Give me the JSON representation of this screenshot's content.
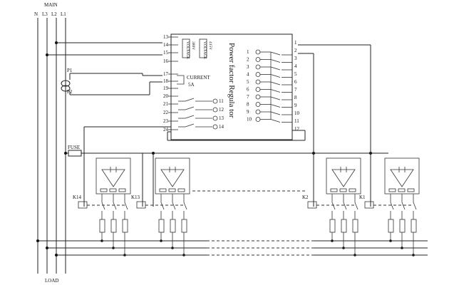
{
  "labels": {
    "main": "MAIN",
    "load": "LOAD",
    "phases": [
      "N",
      "L3",
      "L2",
      "L1"
    ],
    "p1": "P1",
    "p2": "P2",
    "fuse": "FUSE",
    "current": "CURRENT",
    "current_rating": "5A",
    "regulator_title": "Power factor Regula tor",
    "voltage_markings": [
      "VOLTAGE",
      "380V",
      "VOLTAGE",
      "415V"
    ]
  },
  "terminals": {
    "left": [
      "13",
      "14",
      "15",
      "16",
      "17",
      "18",
      "19",
      "20",
      "21",
      "22",
      "23",
      "24"
    ],
    "relay_outputs": [
      "11",
      "12",
      "13",
      "14"
    ],
    "steps": [
      "1",
      "2",
      "3",
      "4",
      "5",
      "6",
      "7",
      "8",
      "9",
      "10"
    ],
    "right": [
      "1",
      "2",
      "3",
      "4",
      "5",
      "6",
      "7",
      "8",
      "9",
      "10",
      "11",
      "12"
    ]
  },
  "contactors": [
    "K14",
    "K13",
    "K2",
    "K1"
  ]
}
